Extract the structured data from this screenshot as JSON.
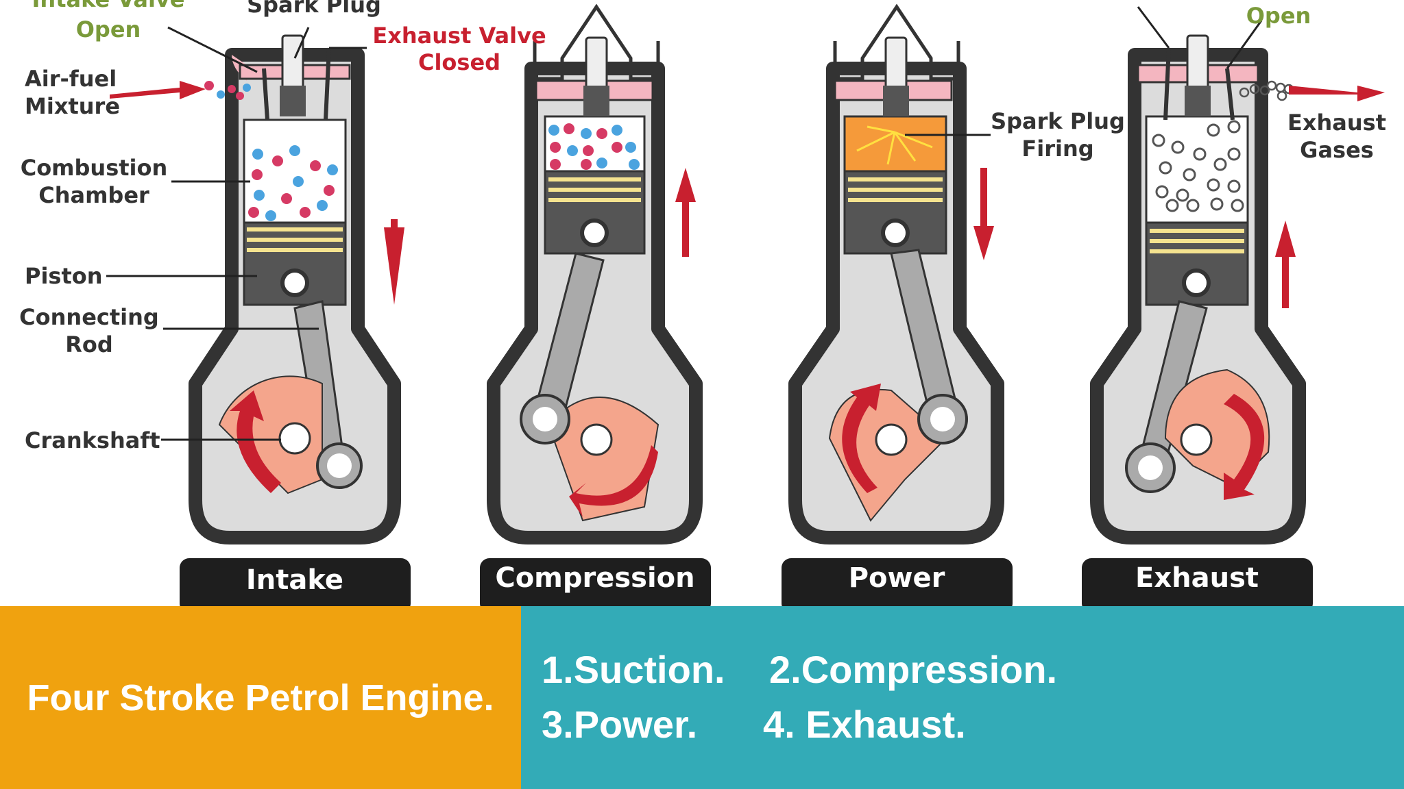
{
  "diagram": {
    "labels": {
      "intake_valve": "Intake Valve",
      "open": "Open",
      "spark_plug": "Spark Plug",
      "exhaust_valve": "Exhaust Valve",
      "closed": "Closed",
      "air_fuel": "Air-fuel",
      "mixture": "Mixture",
      "combustion": "Combustion",
      "chamber": "Chamber",
      "piston": "Piston",
      "connecting": "Connecting",
      "rod": "Rod",
      "crankshaft": "Crankshaft",
      "spark_plug_firing_1": "Spark Plug",
      "spark_plug_firing_2": "Firing",
      "exhaust_open": "Open",
      "exhaust_gases_1": "Exhaust",
      "exhaust_gases_2": "Gases"
    },
    "stages": [
      "Intake",
      "Compression",
      "Power",
      "Exhaust"
    ]
  },
  "footer": {
    "title": "Four Stroke Petrol Engine.",
    "strokes": [
      "1.Suction.",
      "2.Compression.",
      "3.Power.",
      "4. Exhaust."
    ]
  },
  "colors": {
    "orange_panel": "#f0a20f",
    "teal_panel": "#33abb7",
    "arrow_red": "#c8202f",
    "crank_pink": "#f4a58c",
    "engine_dark": "#333333"
  }
}
